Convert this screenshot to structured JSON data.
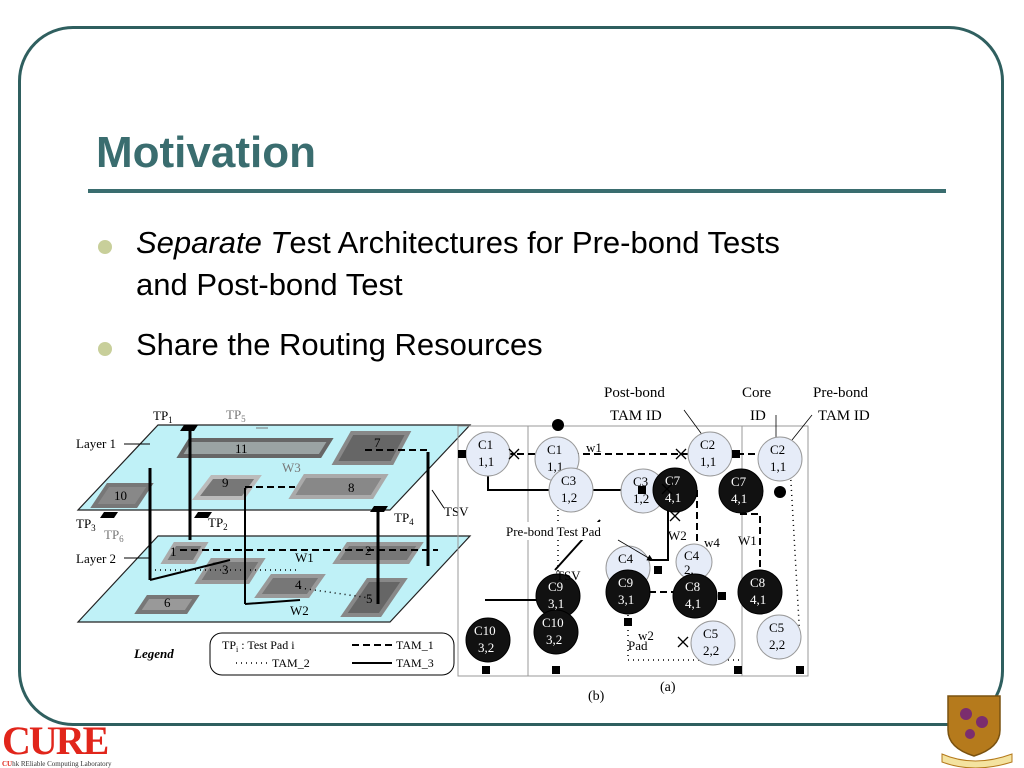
{
  "slide": {
    "title": "Motivation",
    "bullets": [
      {
        "italic": "Separate T",
        "rest": "est Architectures for Pre-bond Tests",
        "line2": "and Post-bond Test"
      },
      {
        "italic": "",
        "rest": "Share the Routing Resources",
        "line2": ""
      }
    ]
  },
  "diagram": {
    "top_labels": {
      "postbond": [
        "Post-bond",
        "TAM ID"
      ],
      "core": [
        "Core",
        "ID"
      ],
      "prebond": [
        "Pre-bond",
        "TAM ID"
      ]
    },
    "left": {
      "layer1": "Layer 1",
      "layer2": "Layer 2",
      "tp1": "TP",
      "tp1s": "1",
      "tp2": "TP",
      "tp2s": "2",
      "tp3": "TP",
      "tp3s": "3",
      "tp4": "TP",
      "tp4s": "4",
      "tp5": "TP",
      "tp5s": "5",
      "tp6": "TP",
      "tp6s": "6",
      "tsv": "TSV",
      "w3": "W3",
      "w1": "W1",
      "w2": "W2",
      "cores_l1": [
        "11",
        "7",
        "9",
        "8",
        "10"
      ],
      "cores_l2": [
        "1",
        "2",
        "3",
        "4",
        "5",
        "6"
      ]
    },
    "legend": {
      "title": "Legend",
      "tp": "TP",
      "tp_sub": "i",
      "tp_rest": " : Test Pad i",
      "tam1": "TAM_1",
      "tam2": "TAM_2",
      "tam3": "TAM_3"
    },
    "right": {
      "nodes": [
        {
          "id": "C1",
          "sub": "1,1"
        },
        {
          "id": "C1",
          "sub": "1,1"
        },
        {
          "id": "C2",
          "sub": "1,1"
        },
        {
          "id": "C2",
          "sub": "1,1"
        },
        {
          "id": "C3",
          "sub": "1,2"
        },
        {
          "id": "C3",
          "sub": "1,2"
        },
        {
          "id": "C7",
          "sub": "4,1"
        },
        {
          "id": "C7",
          "sub": "4,1"
        },
        {
          "id": "C4",
          "sub": "2,2"
        },
        {
          "id": "C4",
          "sub": "2,"
        },
        {
          "id": "C9",
          "sub": "3,1"
        },
        {
          "id": "C9",
          "sub": "3,1"
        },
        {
          "id": "C8",
          "sub": "4,1"
        },
        {
          "id": "C8",
          "sub": "4,1"
        },
        {
          "id": "C10",
          "sub": "3,2"
        },
        {
          "id": "C10",
          "sub": "3,2"
        },
        {
          "id": "C5",
          "sub": "2,2"
        },
        {
          "id": "C5",
          "sub": "2,2"
        }
      ],
      "w1": "w1",
      "w2_cap": "W2",
      "w4": "w4",
      "W1": "W1",
      "w2": "w2",
      "pad": "Pad",
      "prebond_pad": "Pre-bond Test Pad",
      "tsv": "TSV",
      "cap_b": "(b)",
      "cap_a": "(a)"
    }
  },
  "logo": {
    "name": "CURE",
    "tagline_c": "CU",
    "tagline": "hk REliable Computing Laboratory"
  },
  "colors": {
    "accent": "#3a6d6f",
    "bullet": "#c8cf9a",
    "layer": "#bff1f7",
    "node_light": "#e6ecf8",
    "node_dark": "#111111",
    "logo_red": "#e1251b"
  }
}
